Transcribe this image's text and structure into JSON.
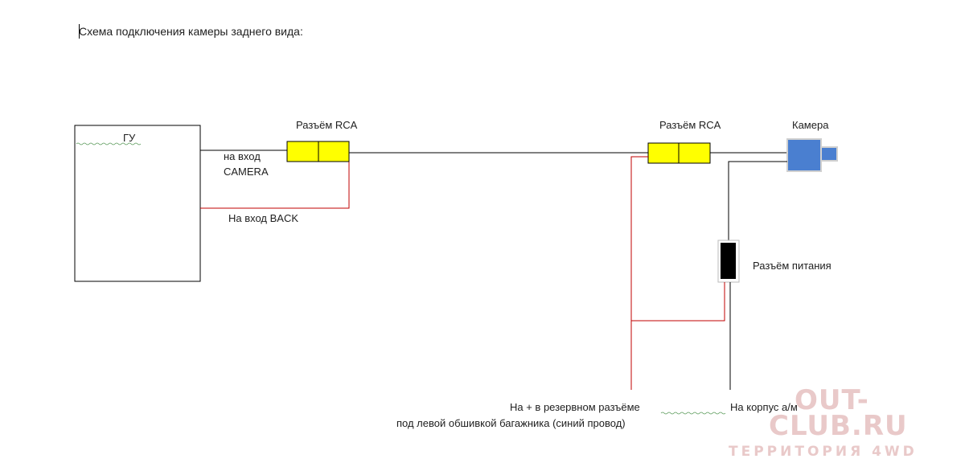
{
  "title": "Схема подключения камеры заднего вида:",
  "head_unit": {
    "label": "ГУ"
  },
  "connector_left": {
    "label": "Разъём RCA"
  },
  "connector_right": {
    "label": "Разъём RCA"
  },
  "camera": {
    "label": "Камера"
  },
  "power_connector": {
    "label": "Разъём питания"
  },
  "wires": {
    "camera_input_line1": "на вход",
    "camera_input_line2": "CAMERA",
    "back_input": "На вход BACK",
    "plus_line1": "На + в резервном разъёме",
    "plus_line2": "под левой обшивкой багажника (синий провод)",
    "ground": "На корпус а/м"
  },
  "watermark": {
    "line1": "OUT-",
    "line2": "CLUB.RU",
    "line3": "ТЕРРИТОРИЯ 4WD"
  },
  "colors": {
    "connector_fill": "#ffff00",
    "red_wire": "#c00000",
    "black_wire": "#000000",
    "camera_blue": "#4a7fd0"
  }
}
